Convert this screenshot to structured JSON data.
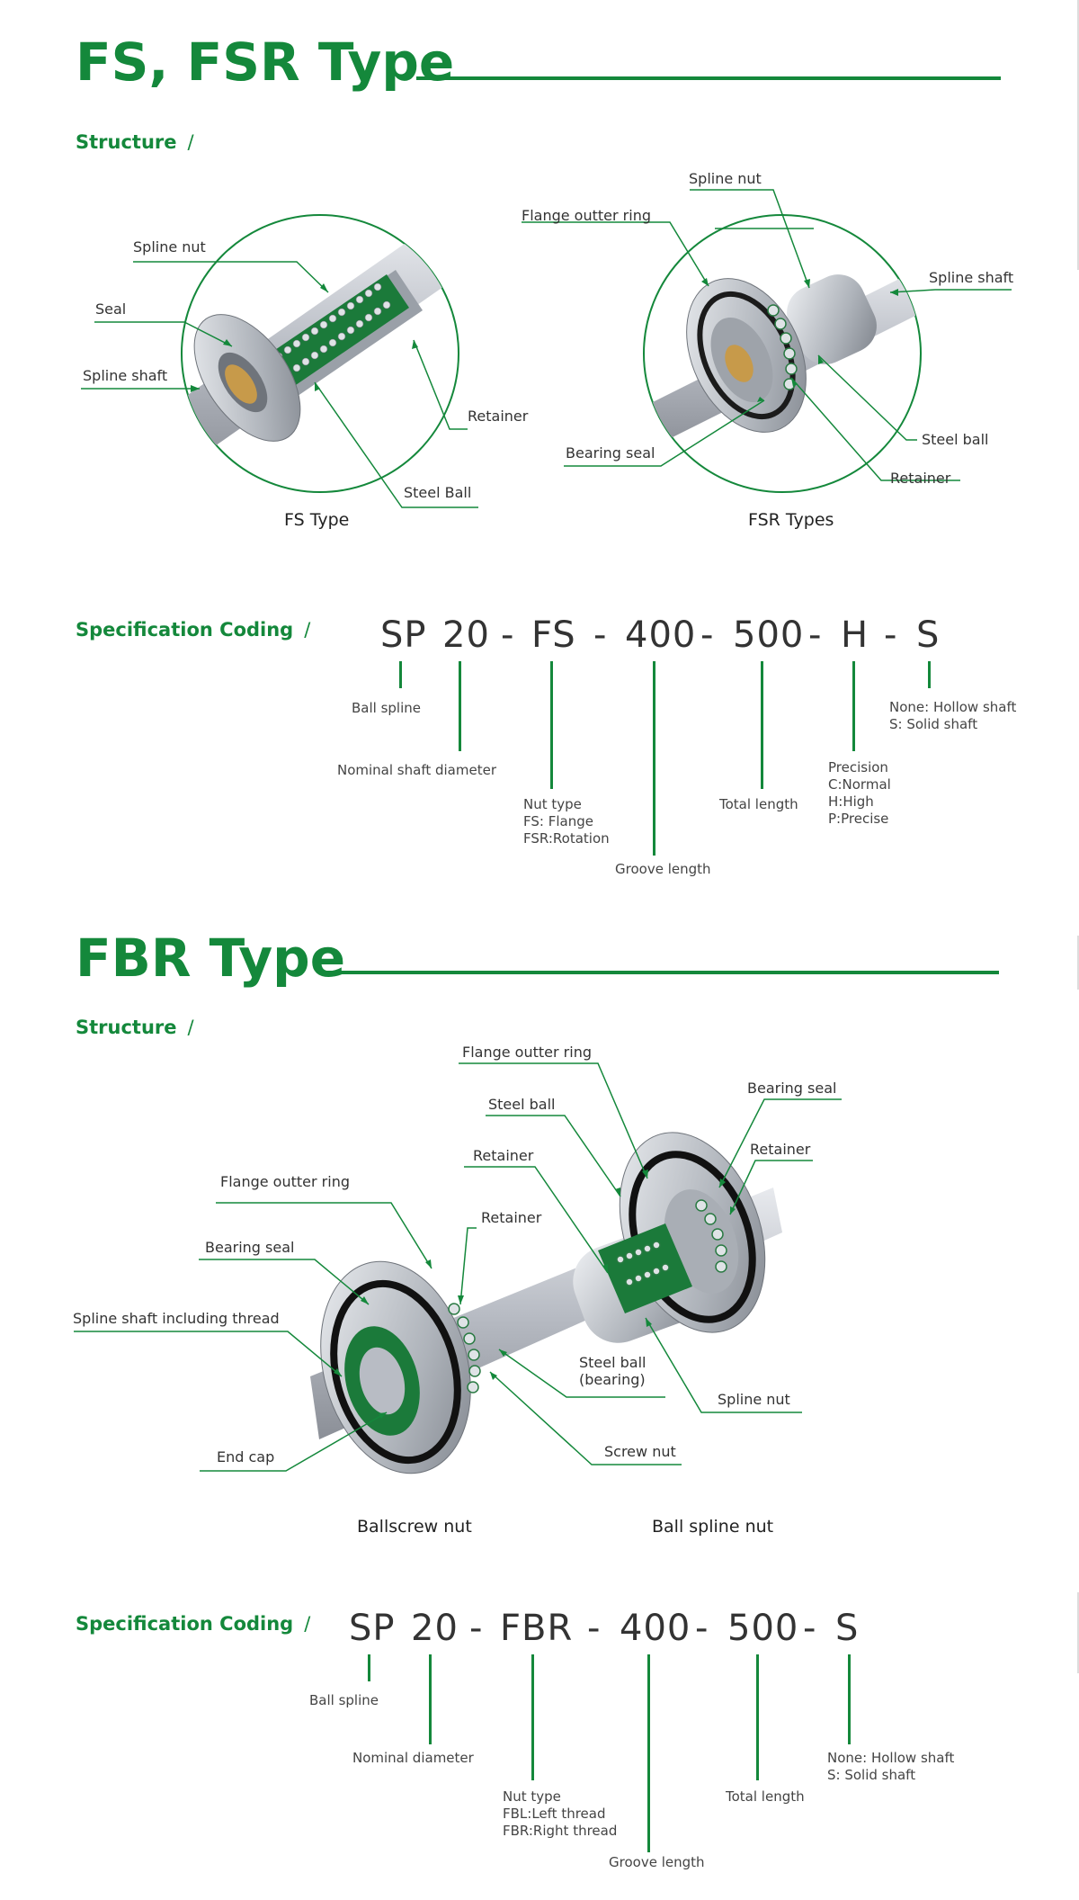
{
  "fs_section": {
    "title": "FS, FSR Type",
    "structure_heading": "Structure",
    "fs_caption": "FS Type",
    "fsr_caption": "FSR Types",
    "fs_labels": {
      "spline_nut": "Spline nut",
      "seal": "Seal",
      "spline_shaft": "Spline shaft",
      "retainer": "Retainer",
      "steel_ball": "Steel Ball"
    },
    "fsr_labels": {
      "spline_nut": "Spline nut",
      "flange_ring": "Flange outter ring",
      "spline_shaft": "Spline shaft",
      "bearing_seal": "Bearing seal",
      "steel_ball": "Steel ball",
      "retainer": "Retainer"
    },
    "coding_heading": "Specification Coding",
    "code": {
      "p1": "SP",
      "p2": "20",
      "p3": "FS",
      "p4": "400",
      "p5": "500",
      "p6": "H",
      "p7": "S",
      "sep": "-"
    },
    "coding_notes": {
      "ball_spline": "Ball spline",
      "nominal": "Nominal shaft diameter",
      "nut_type": [
        "Nut type",
        "FS: Flange",
        "FSR:Rotation"
      ],
      "groove": "Groove length",
      "total": "Total length",
      "precision": [
        "Precision",
        "C:Normal",
        "H:High",
        "P:Precise"
      ],
      "shaft": [
        "None: Hollow shaft",
        "S: Solid shaft"
      ]
    }
  },
  "fbr_section": {
    "title": "FBR Type",
    "structure_heading": "Structure",
    "labels": {
      "flange_ring_top": "Flange outter ring",
      "steel_ball_top": "Steel ball",
      "retainer_mid": "Retainer",
      "bearing_seal_right": "Bearing seal",
      "retainer_right": "Retainer",
      "flange_ring_left": "Flange outter ring",
      "retainer_left": "Retainer",
      "bearing_seal_left": "Bearing seal",
      "spline_shaft_thread": "Spline shaft including thread",
      "steel_ball_bearing": [
        "Steel ball",
        "(bearing)"
      ],
      "spline_nut": "Spline nut",
      "screw_nut": "Screw nut",
      "end_cap": "End cap"
    },
    "ballscrew_caption": "Ballscrew nut",
    "ballspline_caption": "Ball spline nut",
    "coding_heading": "Specification Coding",
    "code": {
      "p1": "SP",
      "p2": "20",
      "p3": "FBR",
      "p4": "400",
      "p5": "500",
      "p6": "S",
      "sep": "-"
    },
    "coding_notes": {
      "ball_spline": "Ball spline",
      "nominal": "Nominal diameter",
      "nut_type": [
        "Nut type",
        "FBL:Left thread",
        "FBR:Right thread"
      ],
      "groove": "Groove length",
      "total": "Total length",
      "shaft": [
        "None: Hollow shaft",
        "S: Solid shaft"
      ]
    }
  },
  "colors": {
    "accent": "#14883b",
    "text": "#333333"
  }
}
